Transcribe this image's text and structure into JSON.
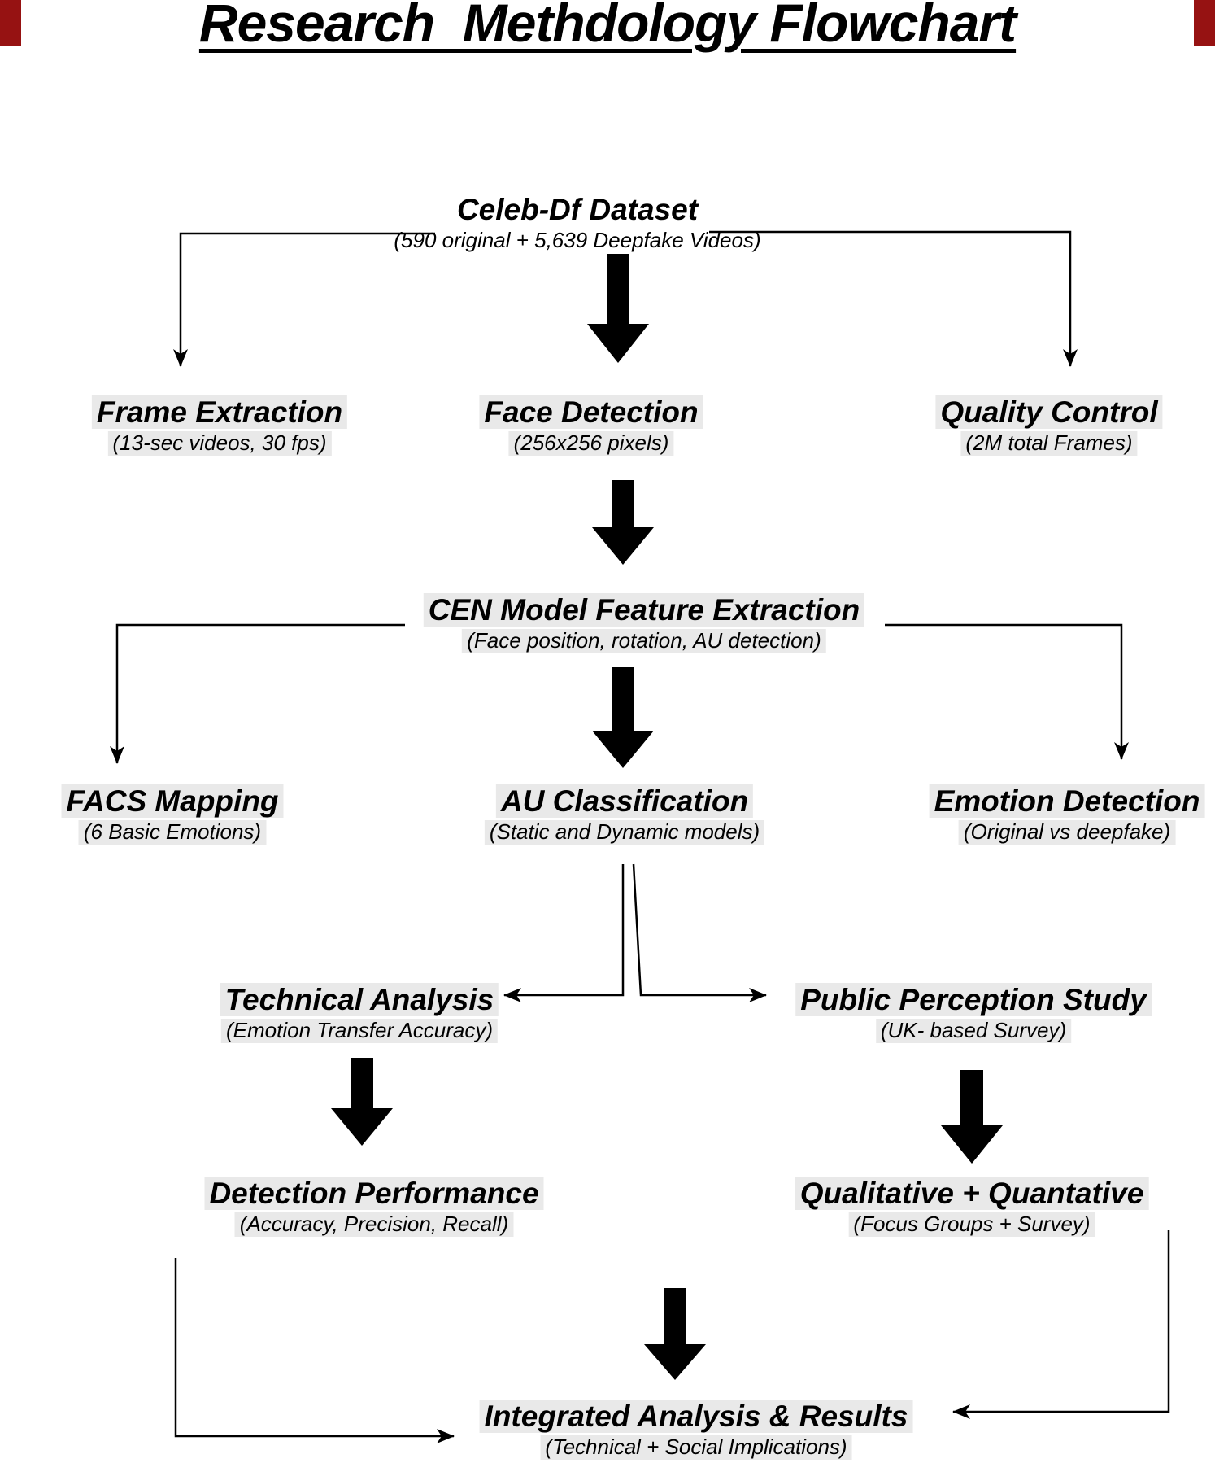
{
  "title": "Research  Methdology Flowchart",
  "colors": {
    "ink": "#000000",
    "corner_red": "#961212",
    "highlight_gray": "#e9e9e9"
  },
  "nodes": {
    "dataset": {
      "label": "Celeb-Df Dataset",
      "sub": "(590 original + 5,639 Deepfake Videos)"
    },
    "frame_extraction": {
      "label": "Frame Extraction",
      "sub": "(13-sec videos, 30 fps)"
    },
    "face_detection": {
      "label": "Face Detection",
      "sub": "(256x256 pixels)"
    },
    "quality_control": {
      "label": "Quality Control",
      "sub": "(2M total Frames)"
    },
    "cen_feature_extraction": {
      "label": "CEN Model Feature Extraction",
      "sub": "(Face position, rotation, AU detection)"
    },
    "facs_mapping": {
      "label": "FACS Mapping",
      "sub": "(6 Basic Emotions)"
    },
    "au_classification": {
      "label": "AU Classification",
      "sub": "(Static and Dynamic models)"
    },
    "emotion_detection": {
      "label": "Emotion Detection",
      "sub": "(Original vs deepfake)"
    },
    "technical_analysis": {
      "label": "Technical Analysis",
      "sub": "(Emotion Transfer Accuracy)"
    },
    "public_perception": {
      "label": "Public Perception Study",
      "sub": "(UK- based Survey)"
    },
    "detection_performance": {
      "label": "Detection Performance",
      "sub": "(Accuracy, Precision, Recall)"
    },
    "qualitative_quantative": {
      "label": "Qualitative + Quantative",
      "sub": "(Focus Groups + Survey)"
    },
    "integrated_results": {
      "label": "Integrated Analysis & Results",
      "sub": "(Technical + Social Implications)"
    }
  }
}
